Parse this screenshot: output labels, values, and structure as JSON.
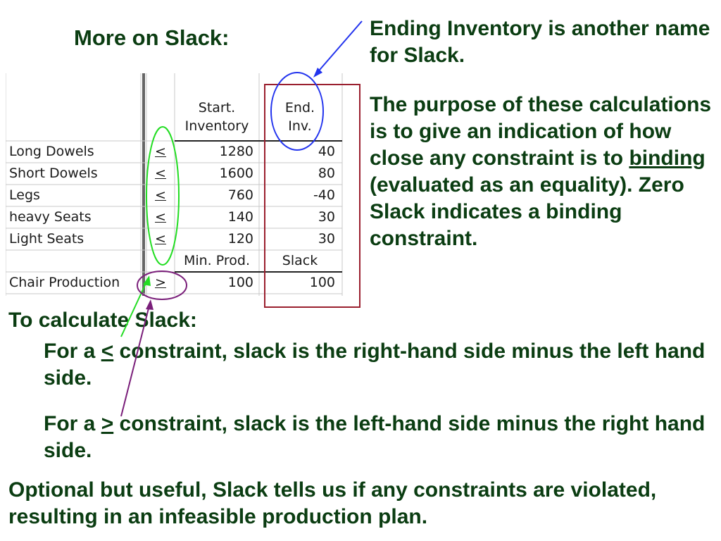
{
  "title": "More on Slack:",
  "note1": "Ending Inventory is another name for Slack.",
  "note2": {
    "before": "The purpose of these calculations is to give an indication of how close any constraint is to ",
    "keyword": "binding",
    "after": " (evaluated as an equality). Zero Slack indicates a binding constraint."
  },
  "table": {
    "col_start_header_1": "Start.",
    "col_start_header_2": "Inventory",
    "col_end_header_1": "End.",
    "col_end_header_2": "Inv.",
    "rows": [
      {
        "label": "Long Dowels",
        "op": "<",
        "start": "1280",
        "end": "40"
      },
      {
        "label": "Short Dowels",
        "op": "<",
        "start": "1600",
        "end": "80"
      },
      {
        "label": "Legs",
        "op": "<",
        "start": "760",
        "end": "-40"
      },
      {
        "label": "heavy Seats",
        "op": "<",
        "start": "140",
        "end": "30"
      },
      {
        "label": "Light Seats",
        "op": "<",
        "start": "120",
        "end": "30"
      }
    ],
    "sub_header_left": "Min. Prod.",
    "sub_header_right": "Slack",
    "production": {
      "label": "Chair Production",
      "op": ">",
      "start": "100",
      "end": "100"
    }
  },
  "calc_heading": "To calculate Slack:",
  "rule_le": {
    "prefix": "For a ",
    "symbol": "<",
    "suffix": " constraint, slack is the right-hand side minus the left hand side."
  },
  "rule_ge": {
    "prefix": "For a ",
    "symbol": ">",
    "suffix": " constraint, slack is the left-hand side minus the right hand side."
  },
  "closing": "Optional but useful, Slack tells us if any constraints are violated, resulting in an infeasible production plan.",
  "colors": {
    "text": "#0b3d12",
    "green_ellipse": "#22dd22",
    "purple_ellipse": "#7a1f7a",
    "blue_ellipse": "#2233ee",
    "red_box": "#9a1f2e"
  }
}
